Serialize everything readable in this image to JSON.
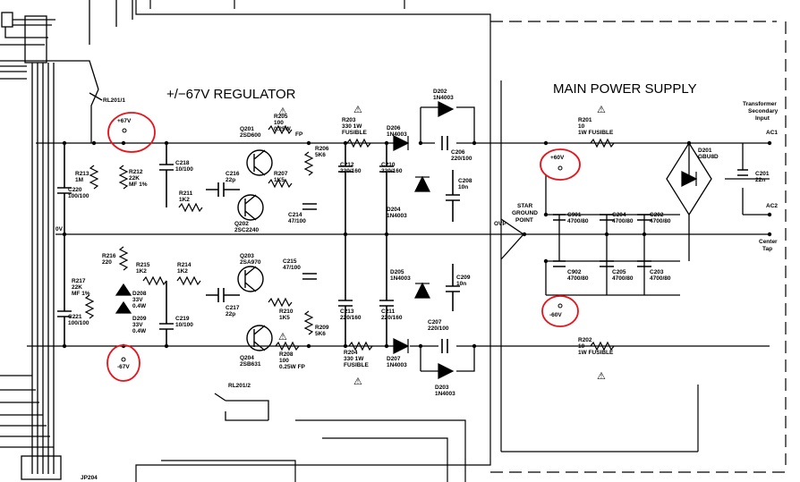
{
  "titles": {
    "regulator": "+/−67V REGULATOR",
    "main_supply": "MAIN POWER SUPPLY"
  },
  "labels": {
    "rl201_1": "RL201/1",
    "rl201_2": "RL201/2",
    "jp204": "JP204",
    "zero_v": "0V",
    "transformer": [
      "Transformer",
      "Secondary",
      "Input"
    ],
    "ac1": "AC1",
    "ac2": "AC2",
    "center_tap": [
      "Center",
      "Tap"
    ],
    "star_ground": [
      "STAR",
      "GROUND",
      "POINT"
    ],
    "ovp": "OVP",
    "fp": "FP",
    "warn": "⚠"
  },
  "circled_voltages": {
    "plus67": "+67V",
    "minus67": "-67V",
    "plus60": "+60V",
    "minus60": "-60V"
  },
  "highlight_color": "#e8121a",
  "components": [
    {
      "id": "c220",
      "lines": [
        "C220",
        "100/100"
      ]
    },
    {
      "id": "r213",
      "lines": [
        "R213",
        "1M"
      ]
    },
    {
      "id": "r212",
      "lines": [
        "R212",
        "22K",
        "MF 1%"
      ]
    },
    {
      "id": "c218",
      "lines": [
        "C218",
        "10/100"
      ]
    },
    {
      "id": "r211",
      "lines": [
        "R211",
        "1K2"
      ]
    },
    {
      "id": "c216",
      "lines": [
        "C216",
        "22p"
      ]
    },
    {
      "id": "q201",
      "lines": [
        "Q201",
        "2SD600"
      ]
    },
    {
      "id": "r205",
      "lines": [
        "R205",
        "100",
        "0.25W"
      ]
    },
    {
      "id": "r207",
      "lines": [
        "R207",
        "1K5"
      ]
    },
    {
      "id": "q202",
      "lines": [
        "Q202",
        "2SC2240"
      ]
    },
    {
      "id": "c214",
      "lines": [
        "C214",
        "47/100"
      ]
    },
    {
      "id": "r206",
      "lines": [
        "R206",
        "5K6"
      ]
    },
    {
      "id": "r203",
      "lines": [
        "R203",
        "330 1W",
        "FUSIBLE"
      ]
    },
    {
      "id": "c212",
      "lines": [
        "C212",
        "220/160"
      ]
    },
    {
      "id": "c210",
      "lines": [
        "C210",
        "220/160"
      ]
    },
    {
      "id": "d206",
      "lines": [
        "D206",
        "1N4003"
      ]
    },
    {
      "id": "d202",
      "lines": [
        "D202",
        "1N4003"
      ]
    },
    {
      "id": "c206",
      "lines": [
        "C206",
        "220/100"
      ]
    },
    {
      "id": "d204",
      "lines": [
        "D204",
        "1N4003"
      ]
    },
    {
      "id": "c208",
      "lines": [
        "C208",
        "10n"
      ]
    },
    {
      "id": "r216",
      "lines": [
        "R216",
        "220"
      ]
    },
    {
      "id": "r215",
      "lines": [
        "R215",
        "1K2"
      ]
    },
    {
      "id": "r214",
      "lines": [
        "R214",
        "1K2"
      ]
    },
    {
      "id": "q203",
      "lines": [
        "Q203",
        "2SA970"
      ]
    },
    {
      "id": "c215",
      "lines": [
        "C215",
        "47/100"
      ]
    },
    {
      "id": "r217",
      "lines": [
        "R217",
        "22K",
        "MF 1%"
      ]
    },
    {
      "id": "d208",
      "lines": [
        "D208",
        "33V",
        "0.4W"
      ]
    },
    {
      "id": "d209",
      "lines": [
        "D209",
        "33V",
        "0.4W"
      ]
    },
    {
      "id": "c219",
      "lines": [
        "C219",
        "10/100"
      ]
    },
    {
      "id": "c217",
      "lines": [
        "C217",
        "22p"
      ]
    },
    {
      "id": "r210",
      "lines": [
        "R210",
        "1K5"
      ]
    },
    {
      "id": "c213",
      "lines": [
        "C213",
        "220/160"
      ]
    },
    {
      "id": "c211",
      "lines": [
        "C211",
        "220/160"
      ]
    },
    {
      "id": "c221",
      "lines": [
        "C221",
        "100/100"
      ]
    },
    {
      "id": "r209",
      "lines": [
        "R209",
        "5K6"
      ]
    },
    {
      "id": "q204",
      "lines": [
        "Q204",
        "2SB631"
      ]
    },
    {
      "id": "r208",
      "lines": [
        "R208",
        "100",
        "0.25W FP"
      ]
    },
    {
      "id": "r204",
      "lines": [
        "R204",
        "330 1W",
        "FUSIBLE"
      ]
    },
    {
      "id": "d207",
      "lines": [
        "D207",
        "1N4003"
      ]
    },
    {
      "id": "d205",
      "lines": [
        "D205",
        "1N4003"
      ]
    },
    {
      "id": "c209",
      "lines": [
        "C209",
        "10n"
      ]
    },
    {
      "id": "c207",
      "lines": [
        "C207",
        "220/100"
      ]
    },
    {
      "id": "d203",
      "lines": [
        "D203",
        "1N4003"
      ]
    },
    {
      "id": "r201",
      "lines": [
        "R201",
        "10",
        "1W FUSIBLE"
      ]
    },
    {
      "id": "r202",
      "lines": [
        "R202",
        "10",
        "1W FUSIBLE"
      ]
    },
    {
      "id": "c901",
      "lines": [
        "C901",
        "4700/80"
      ]
    },
    {
      "id": "c204",
      "lines": [
        "C204",
        "4700/80"
      ]
    },
    {
      "id": "c202",
      "lines": [
        "C202",
        "4700/80"
      ]
    },
    {
      "id": "c902",
      "lines": [
        "C902",
        "4700/80"
      ]
    },
    {
      "id": "c205",
      "lines": [
        "C205",
        "4700/80"
      ]
    },
    {
      "id": "c203",
      "lines": [
        "C203",
        "4700/80"
      ]
    },
    {
      "id": "d201",
      "lines": [
        "D201",
        "GBU8D"
      ]
    },
    {
      "id": "c201",
      "lines": [
        "C201",
        "22n"
      ]
    }
  ]
}
